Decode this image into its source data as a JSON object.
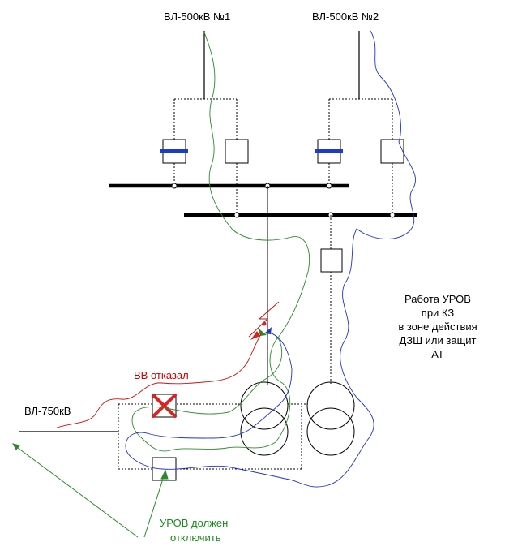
{
  "labels": {
    "line_1": "ВЛ-500кВ №1",
    "line_2": "ВЛ-500кВ №2",
    "line_750": "ВЛ-750кВ",
    "breaker_failed": "ВВ отказал",
    "ubf_should_trip_1": "УРОВ должен",
    "ubf_should_trip_2": "отключить",
    "note_lines": [
      "Работа УРОВ",
      "при КЗ",
      "в зоне действия",
      "ДЗШ или  защит",
      "АТ"
    ]
  },
  "colors": {
    "wire": "#000000",
    "dotted": "#333333",
    "breaker_bar": "#1a3ccc",
    "fault_red": "#dd2222",
    "green_path": "#2a8a2a",
    "blue_path": "#2233cc",
    "red_path": "#cc1111"
  },
  "icons": {
    "failed_breaker": "red-x-icon",
    "fault": "lightning-icon"
  }
}
